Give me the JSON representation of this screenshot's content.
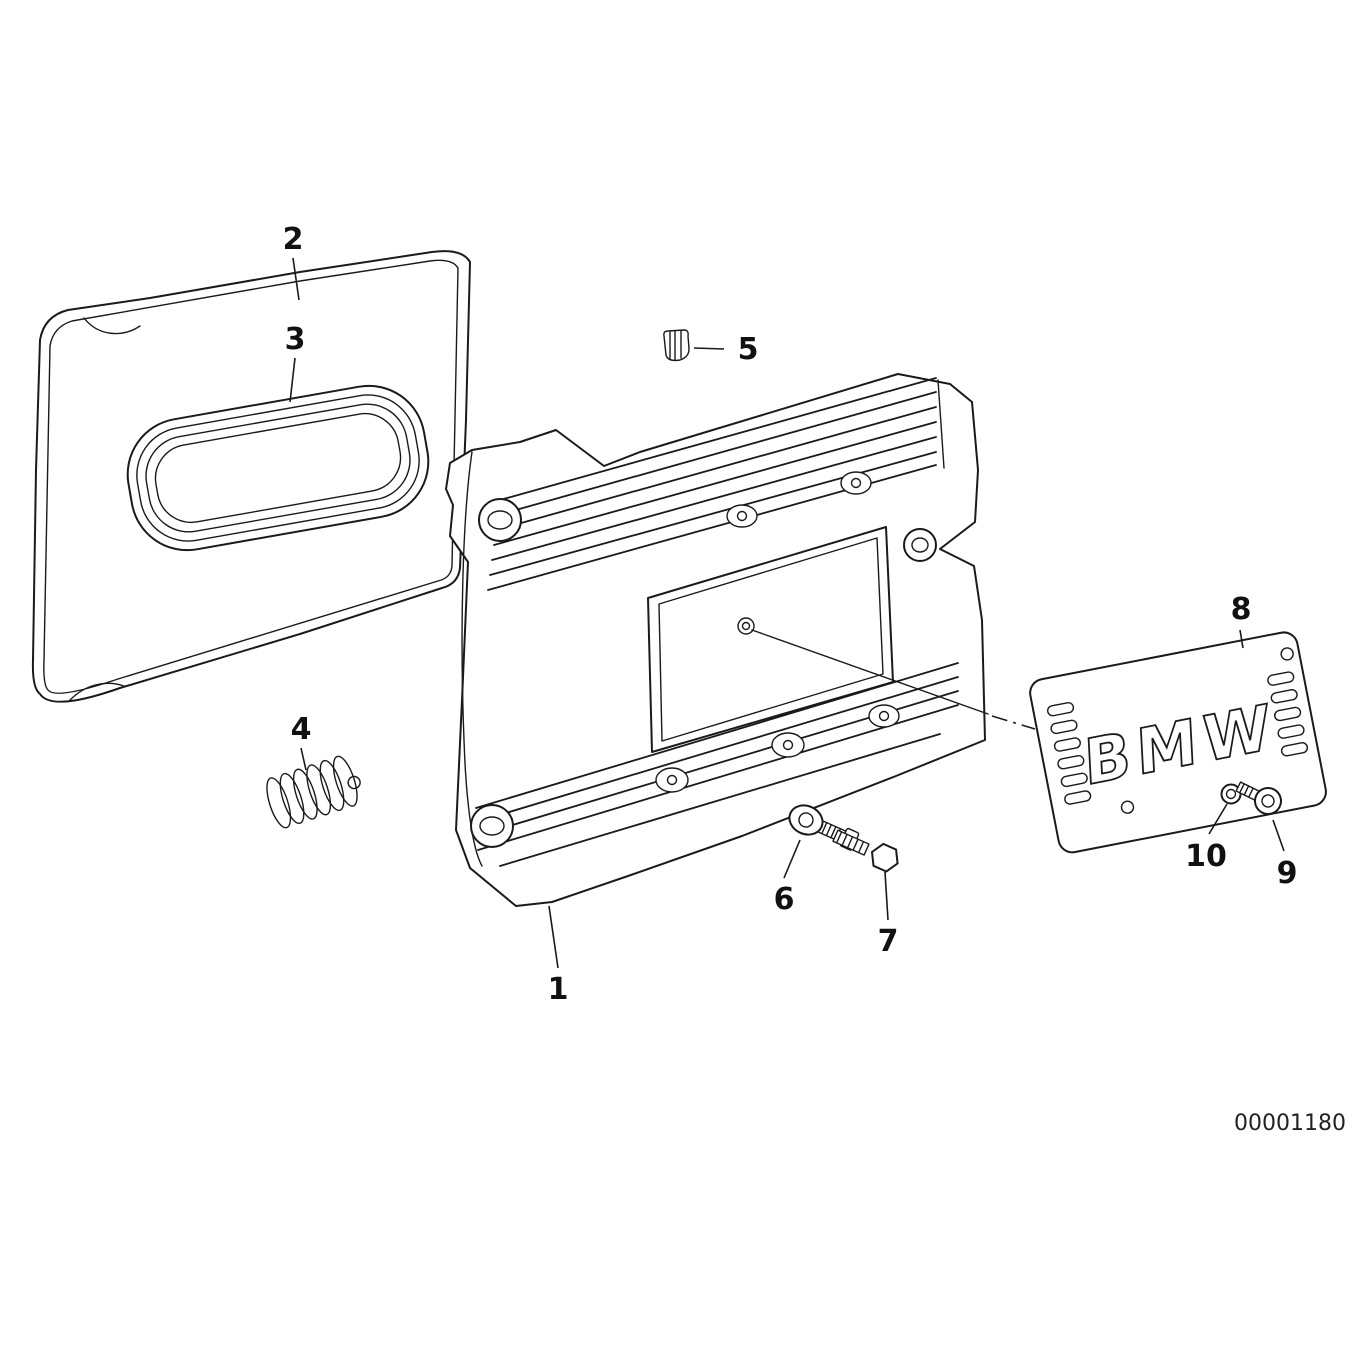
{
  "colors": {
    "background": "#ffffff",
    "ink": "#1a1a1a"
  },
  "diagram": {
    "emblem_text": "BMW",
    "document_number": "00001180",
    "callouts": [
      {
        "label": "1"
      },
      {
        "label": "2"
      },
      {
        "label": "3"
      },
      {
        "label": "4"
      },
      {
        "label": "5"
      },
      {
        "label": "6"
      },
      {
        "label": "7"
      },
      {
        "label": "8"
      },
      {
        "label": "9"
      },
      {
        "label": "10"
      }
    ]
  }
}
